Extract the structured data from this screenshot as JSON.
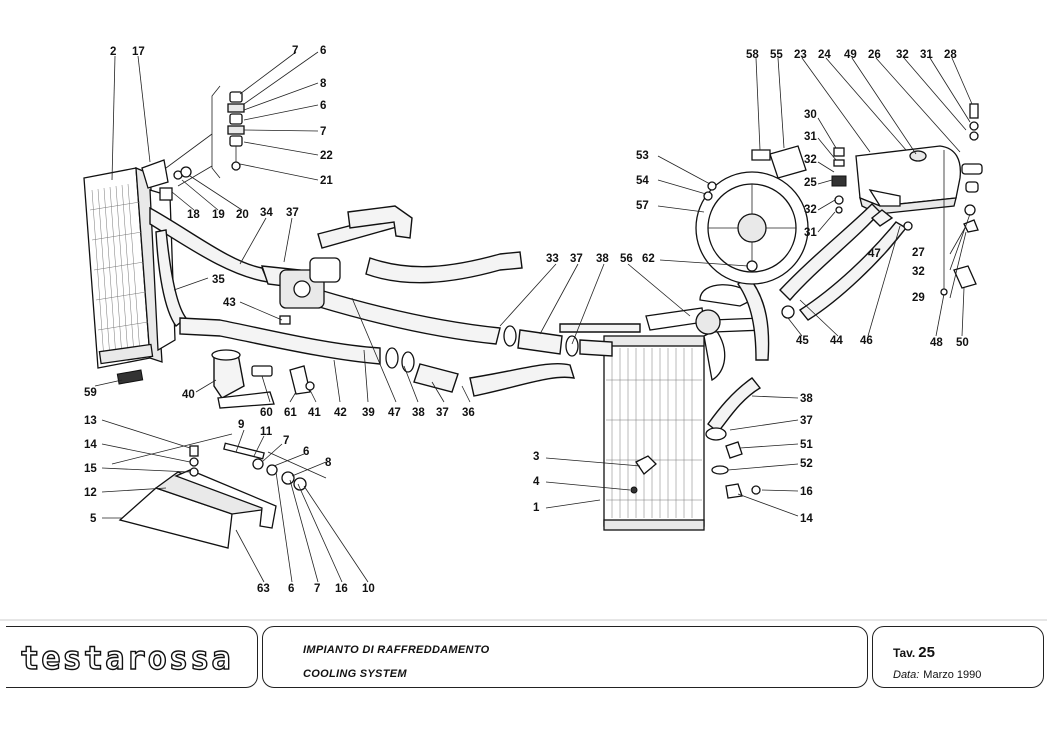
{
  "diagram": {
    "labels": [
      {
        "id": "l2",
        "text": "2"
      },
      {
        "id": "l17",
        "text": "17"
      },
      {
        "id": "l7a",
        "text": "7"
      },
      {
        "id": "l6a",
        "text": "6"
      },
      {
        "id": "l8a",
        "text": "8"
      },
      {
        "id": "l6b",
        "text": "6"
      },
      {
        "id": "l7b",
        "text": "7"
      },
      {
        "id": "l22",
        "text": "22"
      },
      {
        "id": "l21",
        "text": "21"
      },
      {
        "id": "l18",
        "text": "18"
      },
      {
        "id": "l19",
        "text": "19"
      },
      {
        "id": "l20",
        "text": "20"
      },
      {
        "id": "l34",
        "text": "34"
      },
      {
        "id": "l37a",
        "text": "37"
      },
      {
        "id": "l35",
        "text": "35"
      },
      {
        "id": "l43",
        "text": "43"
      },
      {
        "id": "l59",
        "text": "59"
      },
      {
        "id": "l40",
        "text": "40"
      },
      {
        "id": "l60",
        "text": "60"
      },
      {
        "id": "l61",
        "text": "61"
      },
      {
        "id": "l41",
        "text": "41"
      },
      {
        "id": "l42",
        "text": "42"
      },
      {
        "id": "l39",
        "text": "39"
      },
      {
        "id": "l47a",
        "text": "47"
      },
      {
        "id": "l38a",
        "text": "38"
      },
      {
        "id": "l37b",
        "text": "37"
      },
      {
        "id": "l36",
        "text": "36"
      },
      {
        "id": "l33",
        "text": "33"
      },
      {
        "id": "l37c",
        "text": "37"
      },
      {
        "id": "l38b",
        "text": "38"
      },
      {
        "id": "l56",
        "text": "56"
      },
      {
        "id": "l62",
        "text": "62"
      },
      {
        "id": "l53",
        "text": "53"
      },
      {
        "id": "l54",
        "text": "54"
      },
      {
        "id": "l57",
        "text": "57"
      },
      {
        "id": "l58",
        "text": "58"
      },
      {
        "id": "l55",
        "text": "55"
      },
      {
        "id": "l23",
        "text": "23"
      },
      {
        "id": "l24",
        "text": "24"
      },
      {
        "id": "l49",
        "text": "49"
      },
      {
        "id": "l26",
        "text": "26"
      },
      {
        "id": "l32a",
        "text": "32"
      },
      {
        "id": "l31a",
        "text": "31"
      },
      {
        "id": "l28",
        "text": "28"
      },
      {
        "id": "l30",
        "text": "30"
      },
      {
        "id": "l31b",
        "text": "31"
      },
      {
        "id": "l32b",
        "text": "32"
      },
      {
        "id": "l25",
        "text": "25"
      },
      {
        "id": "l32c",
        "text": "32"
      },
      {
        "id": "l31c",
        "text": "31"
      },
      {
        "id": "l47b",
        "text": "47"
      },
      {
        "id": "l27",
        "text": "27"
      },
      {
        "id": "l32d",
        "text": "32"
      },
      {
        "id": "l29",
        "text": "29"
      },
      {
        "id": "l45",
        "text": "45"
      },
      {
        "id": "l44",
        "text": "44"
      },
      {
        "id": "l46",
        "text": "46"
      },
      {
        "id": "l48",
        "text": "48"
      },
      {
        "id": "l50",
        "text": "50"
      },
      {
        "id": "l38c",
        "text": "38"
      },
      {
        "id": "l37d",
        "text": "37"
      },
      {
        "id": "l51",
        "text": "51"
      },
      {
        "id": "l52",
        "text": "52"
      },
      {
        "id": "l16a",
        "text": "16"
      },
      {
        "id": "l14a",
        "text": "14"
      },
      {
        "id": "l3",
        "text": "3"
      },
      {
        "id": "l4",
        "text": "4"
      },
      {
        "id": "l1",
        "text": "1"
      },
      {
        "id": "l13",
        "text": "13"
      },
      {
        "id": "l14b",
        "text": "14"
      },
      {
        "id": "l15",
        "text": "15"
      },
      {
        "id": "l12",
        "text": "12"
      },
      {
        "id": "l5",
        "text": "5"
      },
      {
        "id": "l9",
        "text": "9"
      },
      {
        "id": "l11",
        "text": "11"
      },
      {
        "id": "l7c",
        "text": "7"
      },
      {
        "id": "l6c",
        "text": "6"
      },
      {
        "id": "l8b",
        "text": "8"
      },
      {
        "id": "l63",
        "text": "63"
      },
      {
        "id": "l6d",
        "text": "6"
      },
      {
        "id": "l7d",
        "text": "7"
      },
      {
        "id": "l16b",
        "text": "16"
      },
      {
        "id": "l10",
        "text": "10"
      }
    ]
  },
  "footer": {
    "logo": "testarossa",
    "description_it": "IMPIANTO DI RAFFREDDAMENTO",
    "description_en": "COOLING SYSTEM",
    "tav_label": "Tav.",
    "tav_number": "25",
    "date_label": "Data:",
    "date_value": "Marzo 1990"
  }
}
